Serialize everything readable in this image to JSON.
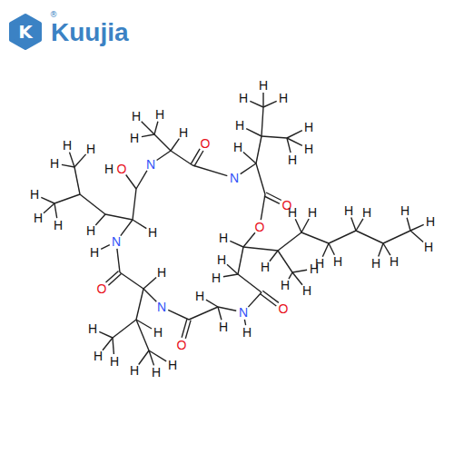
{
  "diagram": {
    "labels": [
      "K",
      "Kuujia",
      "®",
      "N",
      "H",
      "H",
      "H",
      "H",
      "O",
      "N",
      "H",
      "H",
      "H",
      "H",
      "H",
      "H",
      "H",
      "H",
      "O",
      "O",
      "H",
      "H",
      "H",
      "H",
      "H",
      "H",
      "H",
      "H",
      "H",
      "H",
      "H",
      "H",
      "H",
      "H",
      "H",
      "H",
      "H",
      "H",
      "O",
      "N",
      "H",
      "H",
      "H",
      "O",
      "N",
      "H",
      "H",
      "H",
      "H",
      "H",
      "H",
      "H",
      "H",
      "O",
      "N",
      "H",
      "H",
      "O",
      "H",
      "H",
      "H",
      "H",
      "H",
      "H",
      "H",
      "H"
    ]
  }
}
